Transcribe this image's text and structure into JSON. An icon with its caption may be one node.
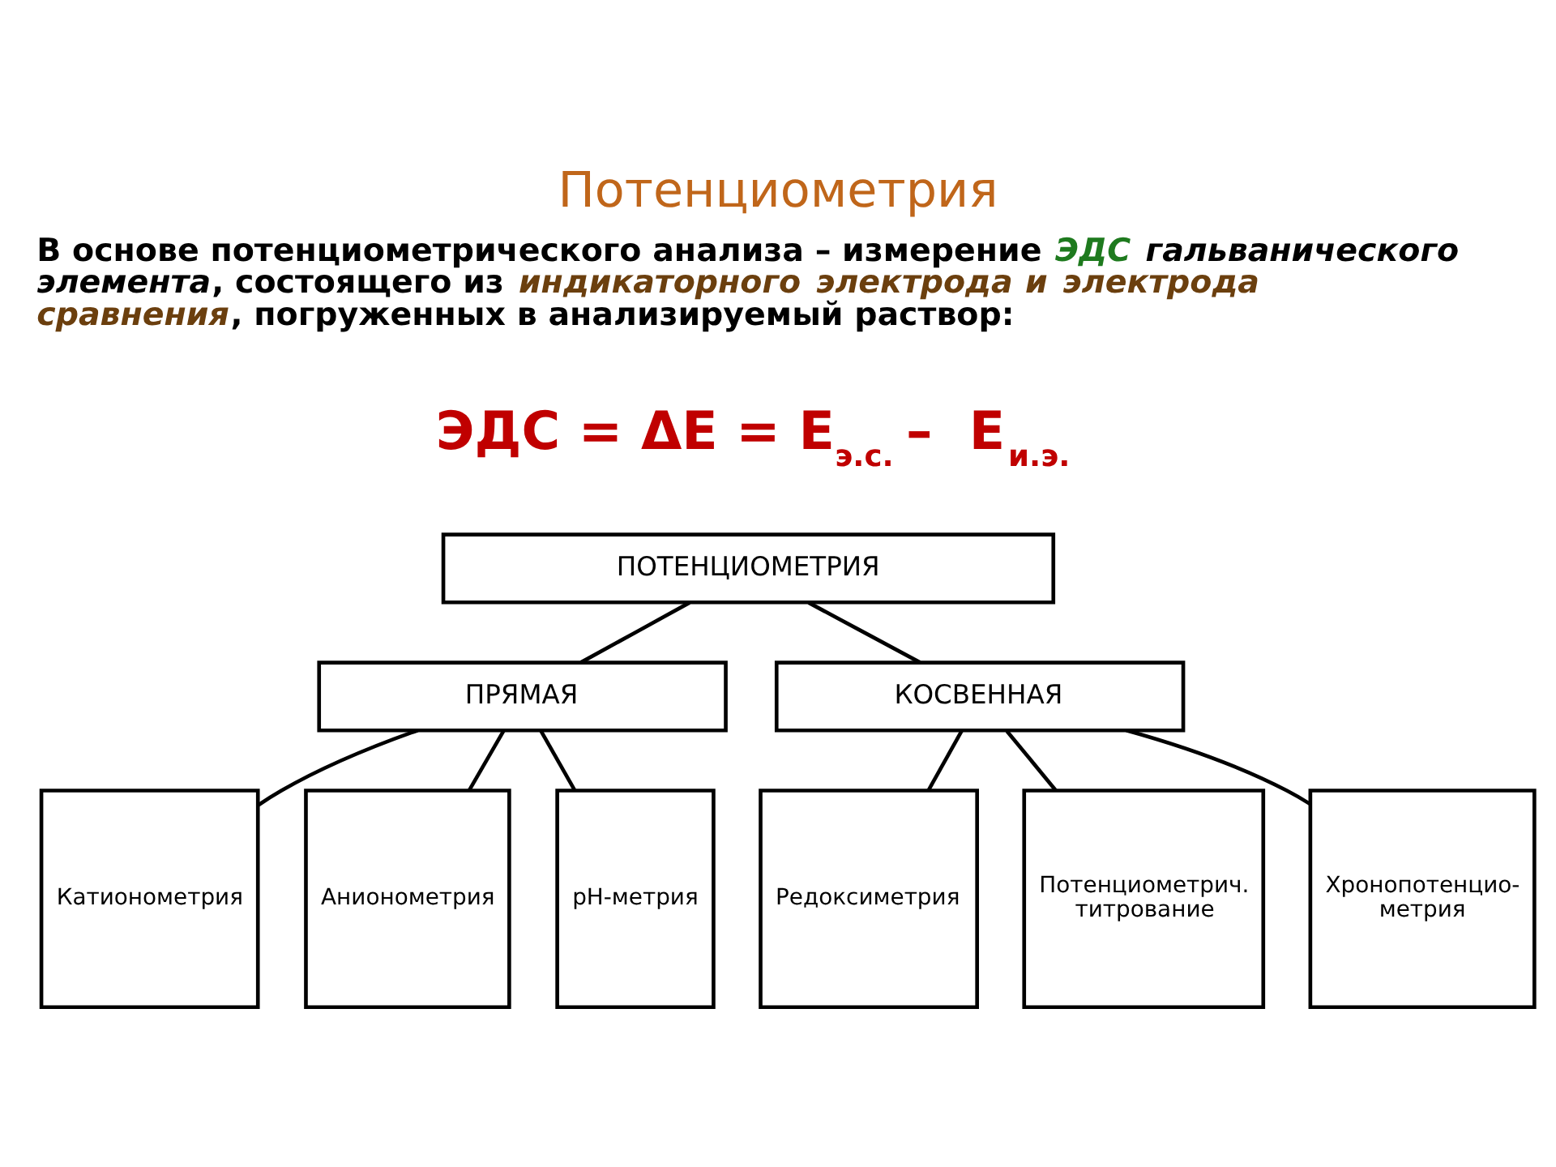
{
  "diagram": {
    "title": "Потенциометрия",
    "nodes": [
      {
        "text": [
          "ПОТЕНЦИОМЕТРИЯ"
        ]
      },
      {
        "text": [
          "ПРЯМАЯ"
        ]
      },
      {
        "text": [
          "КОСВЕННАЯ"
        ]
      },
      {
        "text": [
          "Катионометрия"
        ]
      },
      {
        "text": [
          "Анионометрия"
        ]
      },
      {
        "text": [
          "рН-метрия"
        ]
      },
      {
        "text": [
          "Редоксиметрия"
        ]
      },
      {
        "text": [
          "Потенциометрич. титрование"
        ]
      },
      {
        "text": [
          "Хронопотенцио- метрия"
        ]
      }
    ],
    "edges": [
      {
        "from": 0,
        "to": 1,
        "arrow": "none"
      },
      {
        "from": 0,
        "to": 2,
        "arrow": "none"
      },
      {
        "from": 1,
        "to": 3,
        "arrow": "none"
      },
      {
        "from": 1,
        "to": 4,
        "arrow": "none"
      },
      {
        "from": 1,
        "to": 5,
        "arrow": "none"
      },
      {
        "from": 2,
        "to": 6,
        "arrow": "none"
      },
      {
        "from": 2,
        "to": 7,
        "arrow": "none"
      },
      {
        "from": 2,
        "to": 8,
        "arrow": "none"
      }
    ],
    "labels": [
      "В основе потенциометрического анализа – измерение *ЭДС* *гальванического элемента*, состоящего из *индикаторного электрода и* *электрода сравнения*, погруженных в анализируемый раствор:",
      "ЭДС = ΔЕ = Е$_{э.с.}$ –  Е$_{и.э.}$"
    ]
  }
}
